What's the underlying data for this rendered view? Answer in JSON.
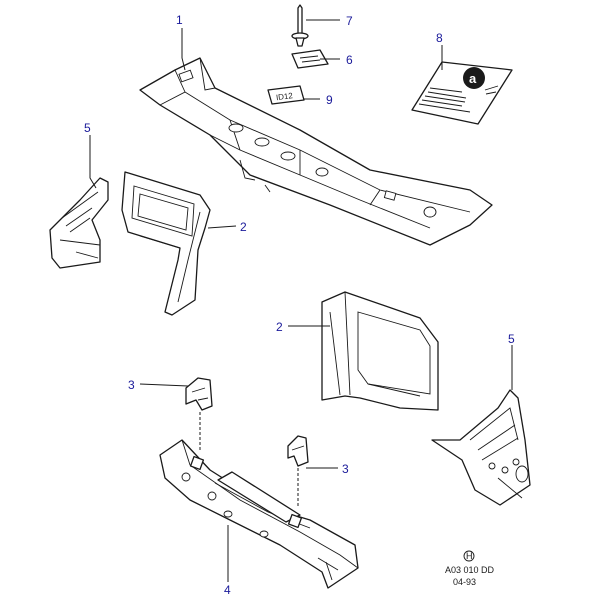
{
  "callouts": {
    "c1": "1",
    "c2a": "2",
    "c2b": "2",
    "c3a": "3",
    "c3b": "3",
    "c4": "4",
    "c5a": "5",
    "c5b": "5",
    "c6": "6",
    "c7": "7",
    "c8": "8",
    "c9": "9"
  },
  "decal": {
    "plate_text": "ID12",
    "sticker_logo_letter": "a"
  },
  "footer": {
    "mark": "H",
    "drawing_code": "A03 010 DD",
    "date_code": "04-93"
  },
  "colors": {
    "line": "#1a1a1a",
    "callout": "#1a1a9a"
  }
}
